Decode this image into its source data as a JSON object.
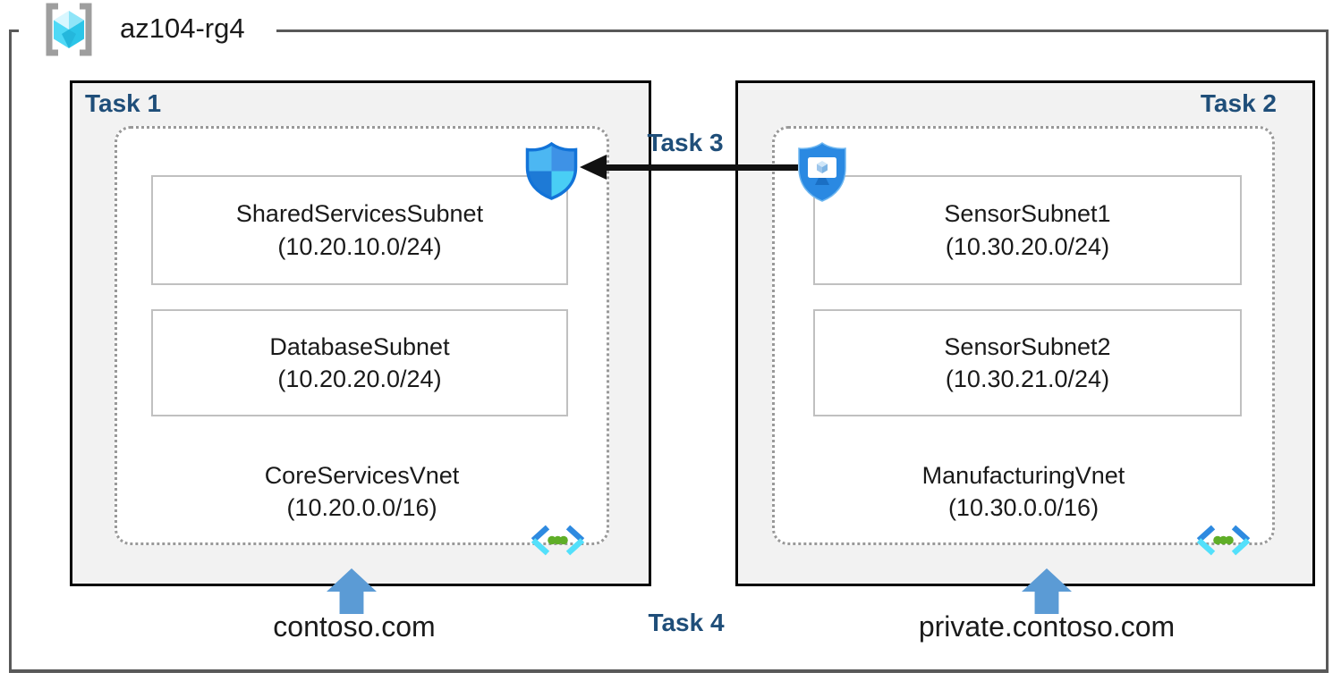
{
  "resource_group": {
    "name": "az104-rg4",
    "icon": "resource-group-icon"
  },
  "task1": {
    "label": "Task 1",
    "vnet": {
      "name": "CoreServicesVnet",
      "cidr": "(10.20.0.0/16)",
      "icon": "virtual-network-icon",
      "subnets": [
        {
          "name": "SharedServicesSubnet",
          "cidr": "(10.20.10.0/24)"
        },
        {
          "name": "DatabaseSubnet",
          "cidr": "(10.20.20.0/24)"
        }
      ]
    },
    "domain": "contoso.com"
  },
  "task2": {
    "label": "Task 2",
    "vnet": {
      "name": "ManufacturingVnet",
      "cidr": "(10.30.0.0/16)",
      "icon": "virtual-network-icon",
      "subnets": [
        {
          "name": "SensorSubnet1",
          "cidr": "(10.30.20.0/24)"
        },
        {
          "name": "SensorSubnet2",
          "cidr": "(10.30.21.0/24)"
        }
      ]
    },
    "domain": "private.contoso.com"
  },
  "task3": {
    "label": "Task 3",
    "from_icon": "bastion-shield-icon",
    "to_icon": "network-security-group-icon",
    "arrow_direction": "left"
  },
  "task4": {
    "label": "Task 4"
  },
  "colors": {
    "task_label": "#1f4e79",
    "box_fill": "#f2f2f2",
    "box_border": "#000000",
    "dotted_border": "#999999",
    "outer_frame": "#595959",
    "up_arrow": "#5b9bd5",
    "flow_arrow": "#111111",
    "azure_blue": "#2a89e2",
    "vnet_cyan": "#50e6ff",
    "vnet_green": "#5fae27"
  }
}
